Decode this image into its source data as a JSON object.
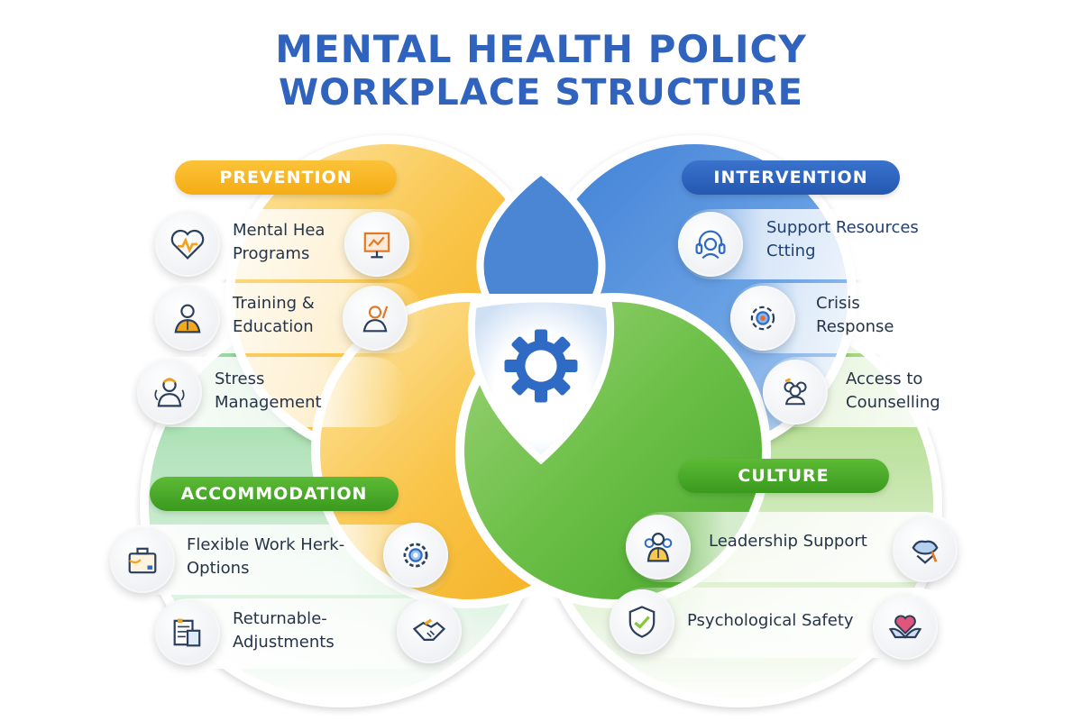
{
  "title": {
    "line1": "MENTAL HEALTH POLICY",
    "line2": "WORKPLACE STRUCTURE"
  },
  "colors": {
    "title": "#2f63bd",
    "prevention": "#f7b323",
    "intervention": "#2a5fb7",
    "accommodation": "#45a526",
    "culture": "#45a526",
    "text": "#263449"
  },
  "center": {
    "icon": "gear-icon"
  },
  "sections": {
    "prevention": {
      "label": "PREVENTION",
      "items": [
        {
          "line1": "Mental Hea",
          "line2": "Programs",
          "icon": "heart-pulse-icon",
          "side_icon": "presentation-board-icon"
        },
        {
          "line1": "Training &",
          "line2": "Education",
          "icon": "person-tie-icon",
          "side_icon": "teacher-icon"
        },
        {
          "line1": "Stress",
          "line2": "Management",
          "icon": "stressed-person-icon"
        }
      ]
    },
    "intervention": {
      "label": "INTERVENTION",
      "items": [
        {
          "line1": "Support Resources",
          "line2": "Ctting",
          "icon": "headset-icon"
        },
        {
          "line1": "Crisis",
          "line2": "Response",
          "icon": "crisis-gear-icon"
        },
        {
          "line1": "Access to",
          "line2": "Counselling",
          "icon": "group-icon"
        }
      ]
    },
    "accommodation": {
      "label": "ACCOMMODATION",
      "items": [
        {
          "line1": "Flexible Work Herk-",
          "line2": "Options",
          "icon": "briefcase-icon",
          "side_icon": "cog-icon"
        },
        {
          "line1": "Returnable-",
          "line2": "Adjustments",
          "icon": "documents-icon",
          "side_icon": "handshake-icon"
        }
      ]
    },
    "culture": {
      "label": "CULTURE",
      "items": [
        {
          "line1": "Leadership Support",
          "icon": "leader-team-icon",
          "side_icon": "hands-holding-icon"
        },
        {
          "line1": "Psychological Safety",
          "icon": "shield-icon",
          "side_icon": "heart-hands-icon"
        }
      ]
    }
  }
}
